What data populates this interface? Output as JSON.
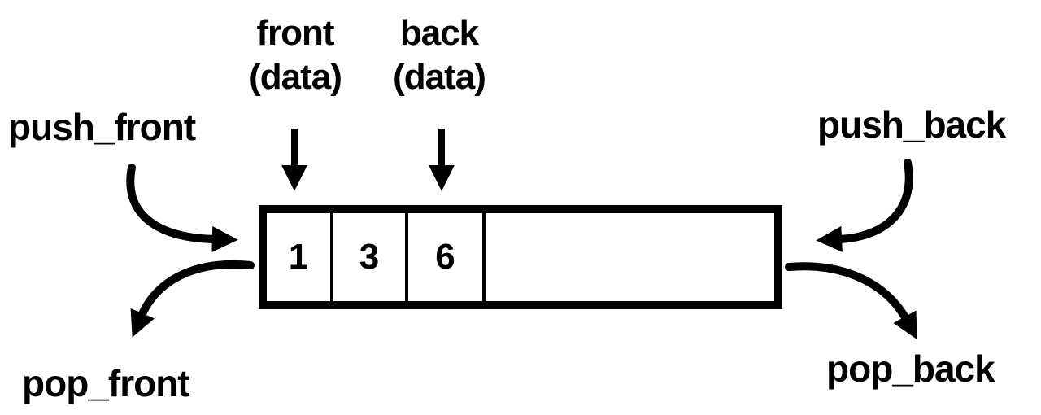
{
  "diagram": {
    "pointers": {
      "front": {
        "line1": "front",
        "line2": "(data)"
      },
      "back": {
        "line1": "back",
        "line2": "(data)"
      }
    },
    "operations": {
      "push_front": "push_front",
      "pop_front": "pop_front",
      "push_back": "push_back",
      "pop_back": "pop_back"
    },
    "deque": {
      "cells": [
        "1",
        "3",
        "6"
      ],
      "empty_cell": ""
    },
    "colors": {
      "ink": "#000000",
      "background": "#ffffff"
    }
  }
}
